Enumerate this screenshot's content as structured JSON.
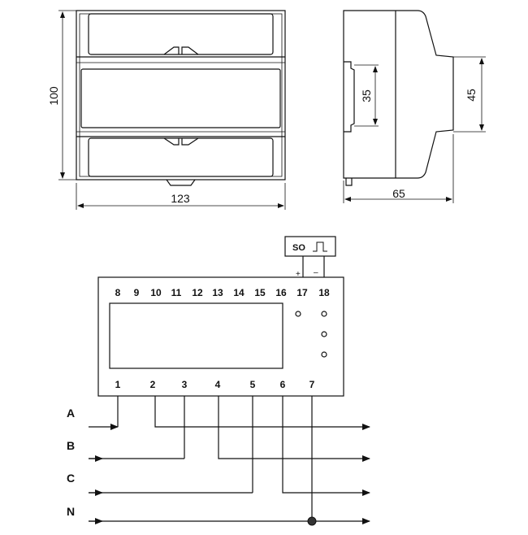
{
  "front_view": {
    "height_label": "100",
    "width_label": "123"
  },
  "side_view": {
    "rail_label": "35",
    "body_label": "45",
    "depth_label": "65"
  },
  "wiring": {
    "top_terminals": [
      "8",
      "9",
      "10",
      "11",
      "12",
      "13",
      "14",
      "15",
      "16",
      "17",
      "18"
    ],
    "bottom_terminals": [
      "1",
      "2",
      "3",
      "4",
      "5",
      "6",
      "7"
    ],
    "phases": [
      "A",
      "B",
      "C",
      "N"
    ],
    "pulse_output": {
      "label": "SO",
      "plus": "+",
      "minus": "–"
    }
  },
  "icons": {
    "pulse": "square-pulse-icon",
    "junction": "junction-dot-icon"
  }
}
